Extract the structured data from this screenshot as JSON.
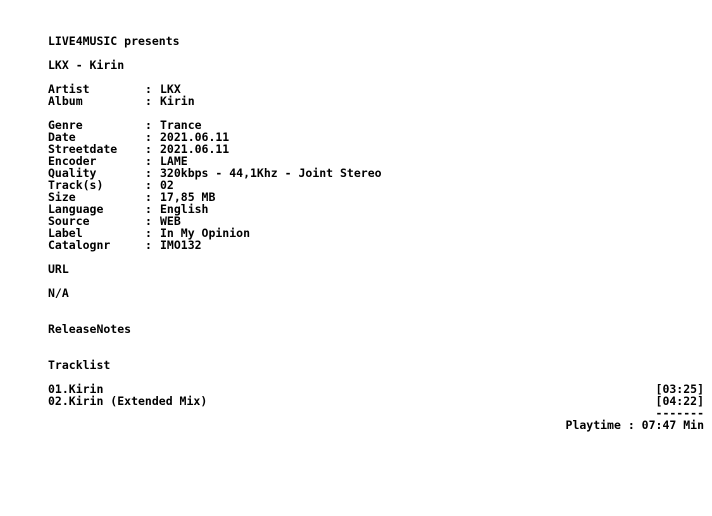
{
  "header": {
    "presents": "LIVE4MUSIC presents",
    "release_title": "LKX - Kirin"
  },
  "info_primary": [
    {
      "key": "Artist",
      "value": "LKX"
    },
    {
      "key": "Album",
      "value": "Kirin"
    }
  ],
  "info_details": [
    {
      "key": "Genre",
      "value": "Trance"
    },
    {
      "key": "Date",
      "value": "2021.06.11"
    },
    {
      "key": "Streetdate",
      "value": "2021.06.11"
    },
    {
      "key": "Encoder",
      "value": "LAME"
    },
    {
      "key": "Quality",
      "value": "320kbps - 44,1Khz - Joint Stereo"
    },
    {
      "key": "Track(s)",
      "value": "02"
    },
    {
      "key": "Size",
      "value": "17,85 MB"
    },
    {
      "key": "Language",
      "value": "English"
    },
    {
      "key": "Source",
      "value": "WEB"
    },
    {
      "key": "Label",
      "value": "In My Opinion"
    },
    {
      "key": "Catalognr",
      "value": "IMO132"
    }
  ],
  "separator": ":",
  "url": {
    "heading": "URL",
    "value": "N/A"
  },
  "release_notes": {
    "heading": "ReleaseNotes"
  },
  "tracklist": {
    "heading": "Tracklist",
    "tracks": [
      {
        "title": "01.Kirin",
        "duration": "[03:25]"
      },
      {
        "title": "02.Kirin (Extended Mix)",
        "duration": "[04:22]"
      }
    ],
    "divider": "-------",
    "playtime": "Playtime : 07:47 Min"
  }
}
